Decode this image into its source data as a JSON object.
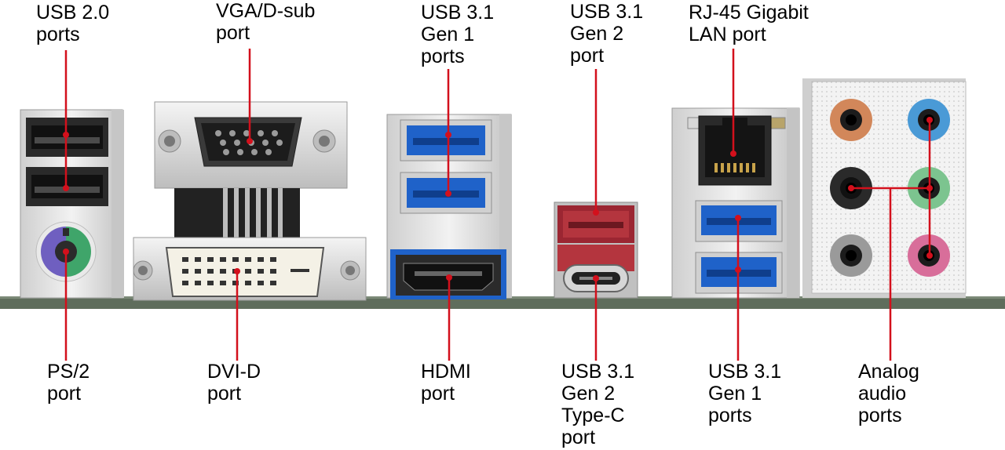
{
  "colors": {
    "leader": "#d3101c",
    "board": "#5d6b5d",
    "panel": "#e6e6e6",
    "usb3_blue": "#1f62c9",
    "usb_typec_red": "#b4353e",
    "audio_orange": "#d2875a",
    "audio_blue": "#4a9ad6",
    "audio_green": "#7cc48f",
    "audio_pink": "#d86e9a",
    "audio_black": "#222222",
    "audio_gray": "#9a9a9a",
    "ps2_purple": "#6f5fc0",
    "ps2_green": "#3fa56a"
  },
  "labels": {
    "usb20": [
      "USB 2.0",
      "ports"
    ],
    "vga": [
      "VGA/D-sub",
      "port"
    ],
    "usb31g1_top": [
      "USB 3.1",
      "Gen 1",
      "ports"
    ],
    "usb31g2_top": [
      "USB 3.1",
      "Gen 2",
      "port"
    ],
    "rj45": [
      "RJ-45 Gigabit",
      "LAN port"
    ],
    "ps2": [
      "PS/2",
      "port"
    ],
    "dvid": [
      "DVI-D",
      "port"
    ],
    "hdmi": [
      "HDMI",
      "port"
    ],
    "usb31g2_typec": [
      "USB 3.1",
      "Gen 2",
      "Type-C",
      "port"
    ],
    "usb31g1_bottom": [
      "USB 3.1",
      "Gen 1",
      "ports"
    ],
    "audio": [
      "Analog",
      "audio",
      "ports"
    ]
  }
}
